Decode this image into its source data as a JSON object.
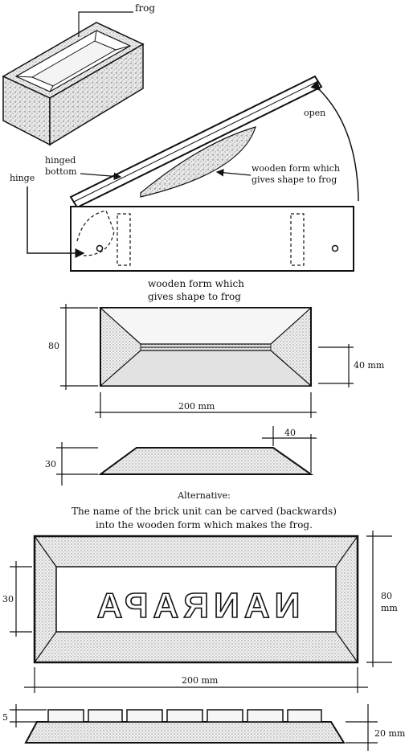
{
  "labels": {
    "frog": "frog",
    "open": "open",
    "hinged_line1": "hinged",
    "hinged_line2": "bottom",
    "hinge": "hinge",
    "form_a_line1": "wooden form which",
    "form_a_line2": "gives shape to frog",
    "form_b_line1": "wooden form which",
    "form_b_line2": "gives shape to frog"
  },
  "plan_view": {
    "height_label": "80",
    "inner_label": "40 mm",
    "width_label": "200 mm"
  },
  "side_view": {
    "top_label": "40",
    "height_label": "30"
  },
  "alternative": {
    "heading": "Alternative:",
    "line1": "The name of the brick unit can be carved (backwards)",
    "line2": "into the wooden form which makes the frog.",
    "carved_text": "NANRAPA",
    "height_left": "30",
    "height_right_line1": "80",
    "height_right_line2": "mm",
    "width_label": "200 mm"
  },
  "bottom_view": {
    "step_label": "5",
    "height_label": "20 mm"
  }
}
